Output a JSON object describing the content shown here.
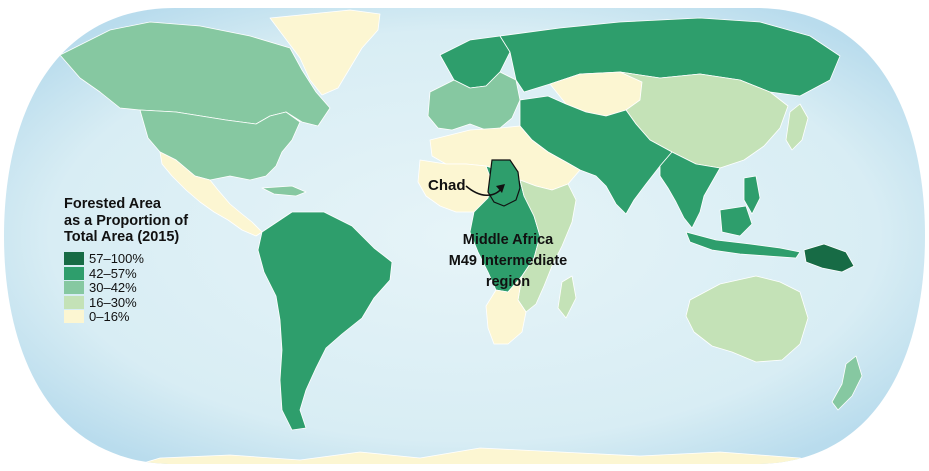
{
  "map": {
    "ocean_color": "#daeef5",
    "ocean_edge_color": "#b9dced",
    "legend": {
      "title_lines": [
        "Forested Area",
        "as a Proportion of",
        "Total Area (2015)"
      ],
      "classes": [
        {
          "label": "57–100%",
          "color": "#176b45"
        },
        {
          "label": "42–57%",
          "color": "#2e9e6c"
        },
        {
          "label": "30–42%",
          "color": "#86c8a1"
        },
        {
          "label": "16–30%",
          "color": "#c4e2b7"
        },
        {
          "label": "0–16%",
          "color": "#fcf6d2"
        }
      ]
    },
    "regions": [
      {
        "name": "greenland",
        "class": "0–16%"
      },
      {
        "name": "canada",
        "class": "30–42%"
      },
      {
        "name": "usa",
        "class": "30–42%"
      },
      {
        "name": "mexico-central-america",
        "class": "0–16%"
      },
      {
        "name": "caribbean",
        "class": "30–42%"
      },
      {
        "name": "south-america",
        "class": "42–57%"
      },
      {
        "name": "northern-europe",
        "class": "42–57%"
      },
      {
        "name": "western-europe",
        "class": "30–42%"
      },
      {
        "name": "russia",
        "class": "42–57%"
      },
      {
        "name": "central-asia",
        "class": "0–16%"
      },
      {
        "name": "eastern-asia",
        "class": "16–30%"
      },
      {
        "name": "southern-asia",
        "class": "42–57%"
      },
      {
        "name": "south-eastern-asia",
        "class": "42–57%"
      },
      {
        "name": "northern-africa",
        "class": "0–16%"
      },
      {
        "name": "western-africa",
        "class": "0–16%"
      },
      {
        "name": "middle-africa",
        "class": "42–57%"
      },
      {
        "name": "eastern-africa",
        "class": "16–30%"
      },
      {
        "name": "southern-africa",
        "class": "0–16%"
      },
      {
        "name": "australia",
        "class": "16–30%"
      },
      {
        "name": "new-zealand",
        "class": "30–42%"
      },
      {
        "name": "new-guinea",
        "class": "57–100%"
      },
      {
        "name": "antarctica",
        "class": "0–16%"
      }
    ],
    "annotations": {
      "chad_label": "Chad",
      "region_label_lines": [
        "Middle Africa",
        "M49 Intermediate",
        "region"
      ]
    }
  }
}
